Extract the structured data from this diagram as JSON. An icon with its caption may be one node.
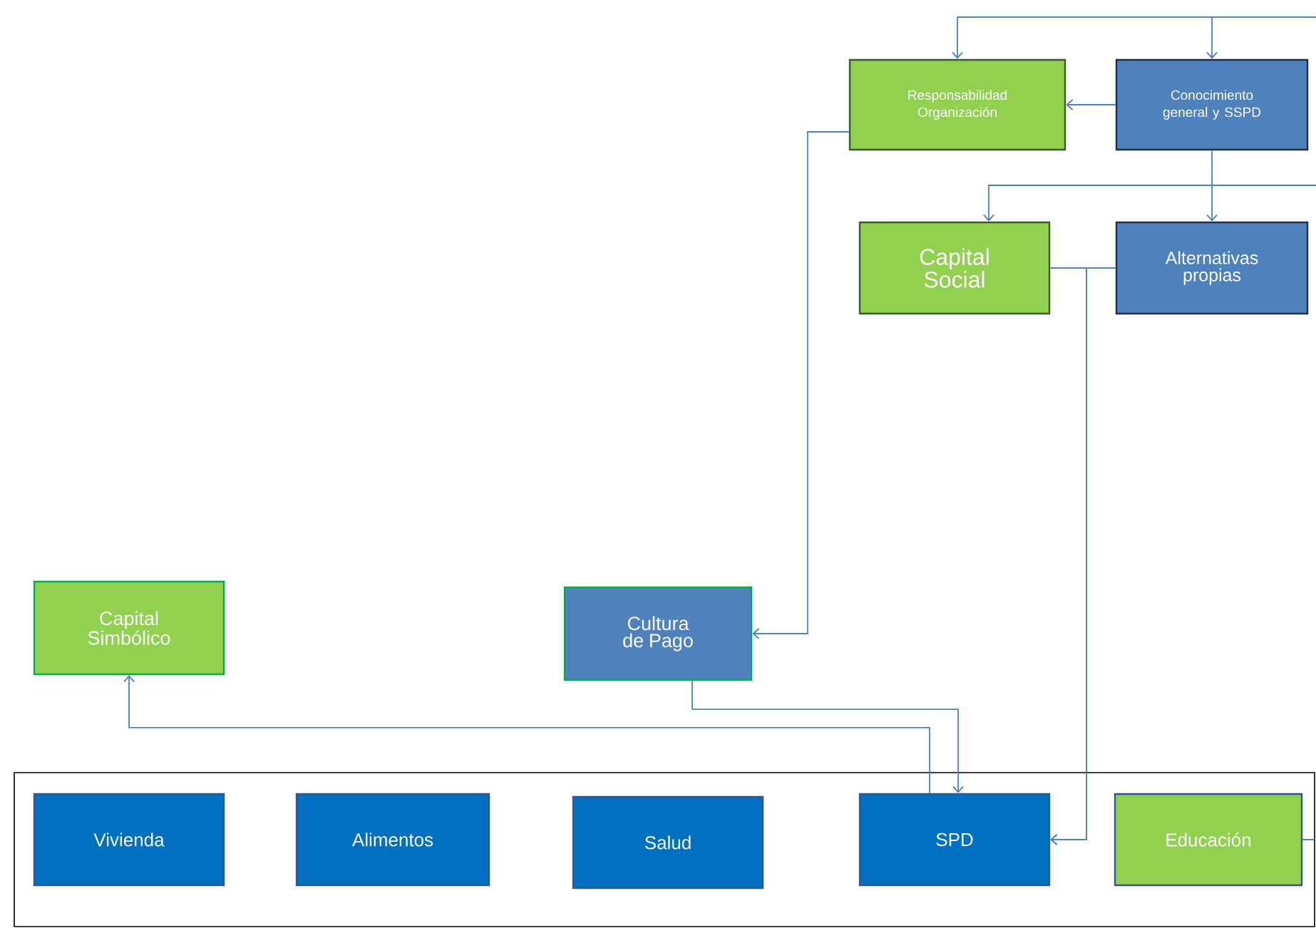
{
  "diagram": {
    "nodes": [
      {
        "text": [
          "Responsabilidad Organización"
        ]
      },
      {
        "text": [
          "Conocimiento general y SSPD"
        ]
      },
      {
        "text": [
          "Capital Social"
        ]
      },
      {
        "text": [
          "Alternativas propias"
        ]
      },
      {
        "text": [
          "Capital Simbólico"
        ]
      },
      {
        "text": [
          "Cultura de Pago"
        ]
      },
      {
        "text": [],
        "shape": "box"
      },
      {
        "text": [
          "Vivienda"
        ],
        "in": 6
      },
      {
        "text": [
          "Alimentos"
        ],
        "in": 6
      },
      {
        "text": [
          "Salud"
        ],
        "in": 6
      },
      {
        "text": [
          "SPD"
        ],
        "in": 6
      },
      {
        "text": [
          "Educación"
        ],
        "in": 6
      }
    ],
    "edges": [
      {
        "from": null,
        "to": 0,
        "arrow": "to"
      },
      {
        "from": null,
        "to": 1,
        "arrow": "to"
      },
      {
        "from": 1,
        "to": 0,
        "arrow": "to"
      },
      {
        "from": 1,
        "to": 3,
        "arrow": "to"
      },
      {
        "from": null,
        "to": 2,
        "arrow": "to"
      },
      {
        "from": 0,
        "to": 5,
        "arrow": "to"
      },
      {
        "from": 2,
        "to": 10,
        "arrow": "to"
      },
      {
        "from": 3,
        "to": 10,
        "arrow": "to"
      },
      {
        "from": 5,
        "to": 10,
        "arrow": "to"
      },
      {
        "from": 10,
        "to": 4,
        "arrow": "to"
      },
      {
        "from": 11,
        "to": null,
        "arrow": "none"
      }
    ]
  }
}
